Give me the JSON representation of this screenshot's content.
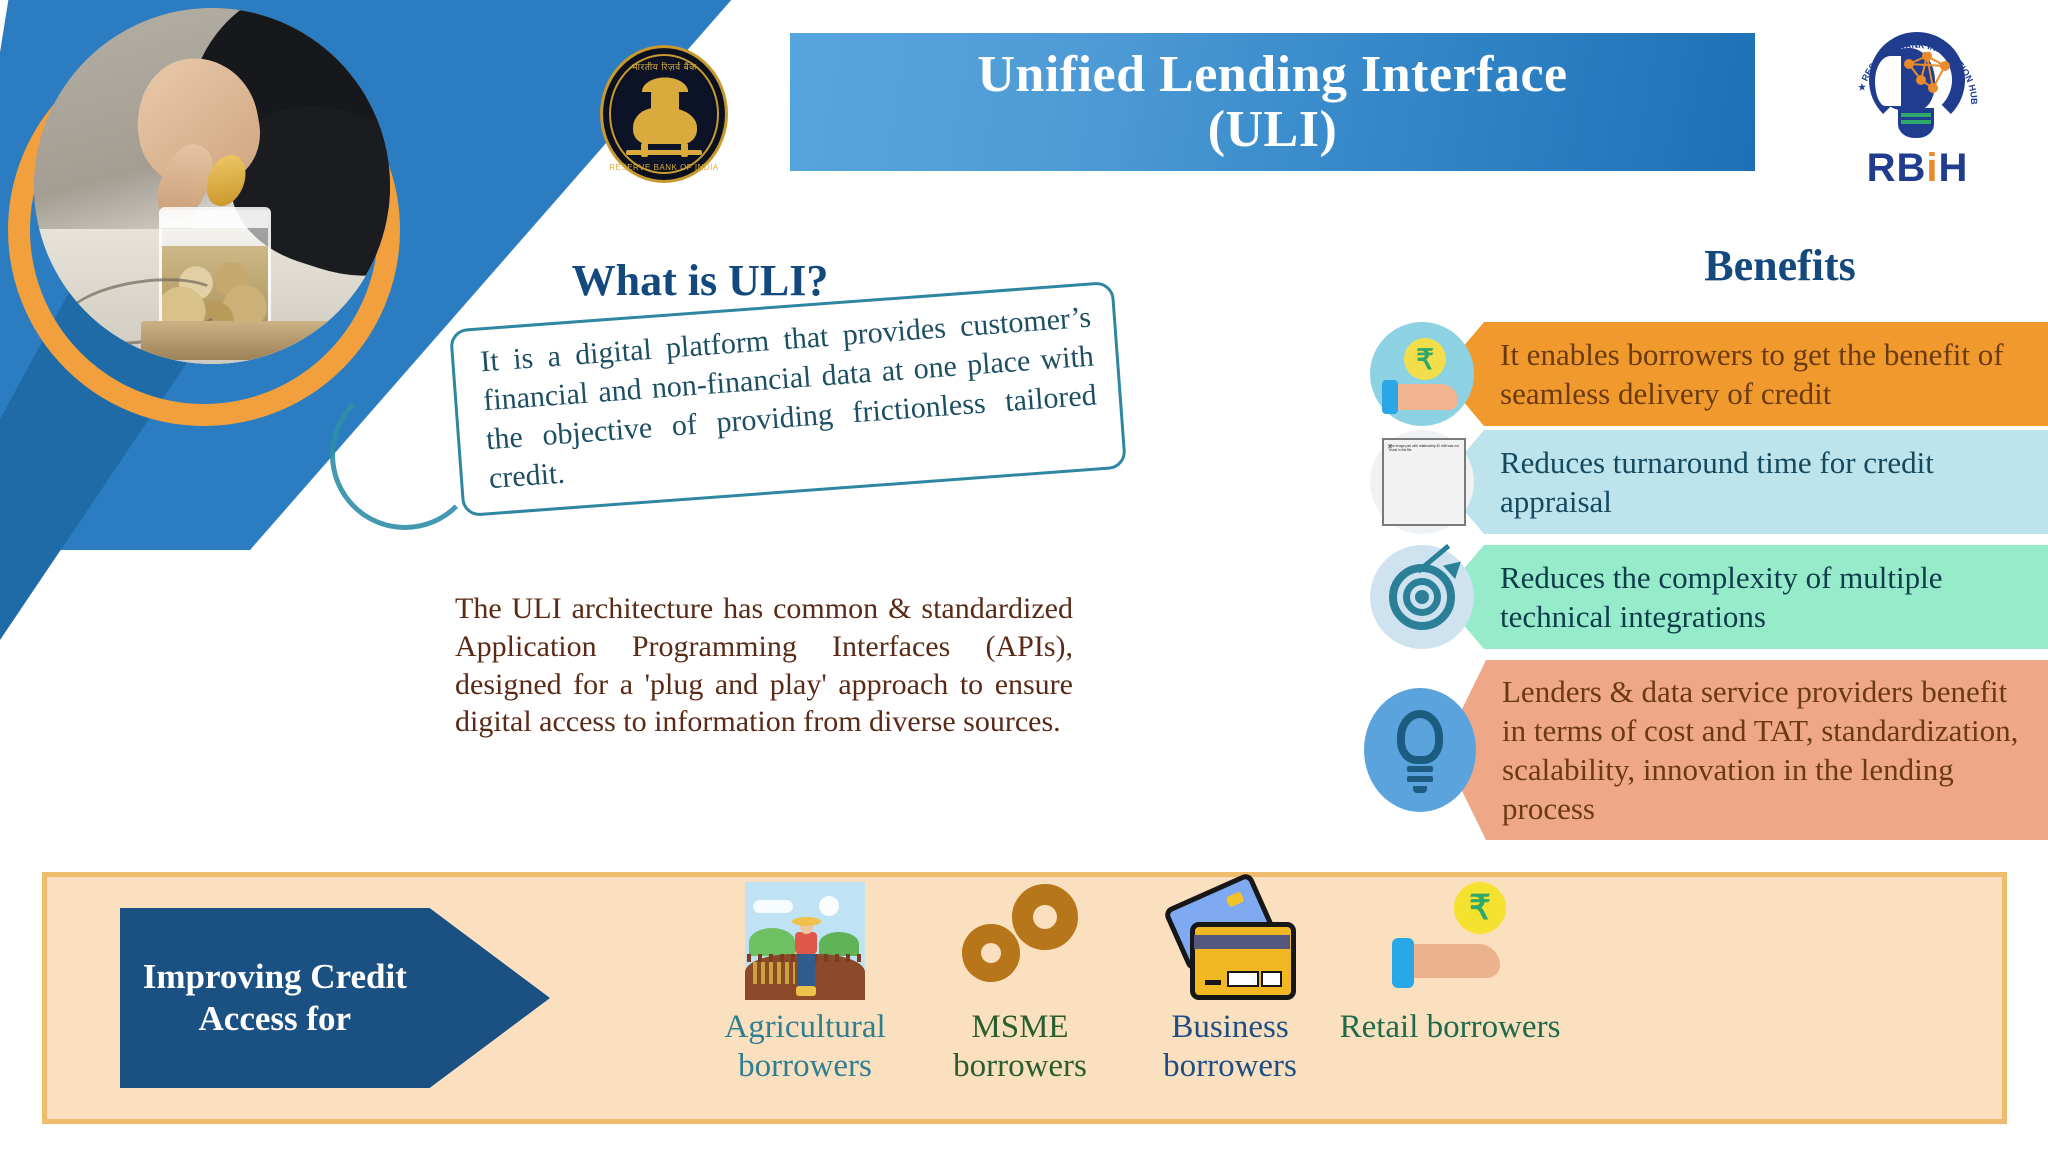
{
  "header": {
    "title_line1": "Unified Lending Interface",
    "title_line2": "(ULI)",
    "rbi_seal": {
      "top_text": "भारतीय रिज़र्व बैंक",
      "bottom_text": "RESERVE BANK OF INDIA",
      "icon": "rbi-seal-icon"
    },
    "rbih_logo": {
      "wordmark_left": "RB",
      "wordmark_i": "i",
      "wordmark_right": "H",
      "arc_text": "RESERVE BANK INNOVATION HUB",
      "icon": "rbih-brain-bulb-icon"
    }
  },
  "left_decoration": {
    "photo_alt": "hand dropping coin into savings jar",
    "ring_color": "#F2A03D",
    "wedge_color": "#2B7CC0"
  },
  "what_is_uli": {
    "heading": "What is ULI?",
    "bubble_text": "It is a digital platform that provides customer’s financial and non-financial data at one place with the objective of providing frictionless tailored credit.",
    "paragraph": "The ULI architecture has common & standardized Application Programming Interfaces (APIs), designed for a 'plug and play' approach to ensure digital access to information from diverse sources.",
    "bubble_border_color": "#2E86A0",
    "heading_color": "#14497E",
    "paragraph_color": "#5A2A17"
  },
  "benefits": {
    "heading": "Benefits",
    "heading_color": "#14497E",
    "items": [
      {
        "text": "It enables borrowers to get the benefit of seamless delivery of credit",
        "band_color": "#F09A2E",
        "text_color": "#6B3A12",
        "icon": "hand-with-rupee-coin-icon"
      },
      {
        "text": "Reduces turnaround time for credit appraisal",
        "band_color": "#BDE3EC",
        "text_color": "#14495E",
        "icon": "broken-image-placeholder-icon",
        "icon_alt_text": "The image part with relationship ID rId6 was not found in the file."
      },
      {
        "text": "Reduces the complexity of multiple technical integrations",
        "band_color": "#96EBCB",
        "text_color": "#0E3C4A",
        "icon": "target-dartboard-icon"
      },
      {
        "text": "Lenders & data service providers benefit in terms of cost and TAT, standardization, scalability, innovation in the lending process",
        "band_color": "#EFA887",
        "text_color": "#6B3A12",
        "icon": "lightbulb-icon"
      }
    ]
  },
  "bottom_band": {
    "arrow_label": "Improving Credit Access for",
    "arrow_color": "#1B5083",
    "band_bg": "#FBE0C0",
    "band_border": "#EFBC6E",
    "categories": [
      {
        "label": "Agricultural borrowers",
        "color": "#2E7F92",
        "icon": "farmer-field-icon"
      },
      {
        "label": "MSME borrowers",
        "color": "#285E2E",
        "icon": "gears-icon"
      },
      {
        "label": "Business borrowers",
        "color": "#1B4F86",
        "icon": "credit-cards-icon"
      },
      {
        "label": "Retail borrowers",
        "color": "#1C6B4A",
        "icon": "hand-with-rupee-coin-icon"
      }
    ]
  }
}
